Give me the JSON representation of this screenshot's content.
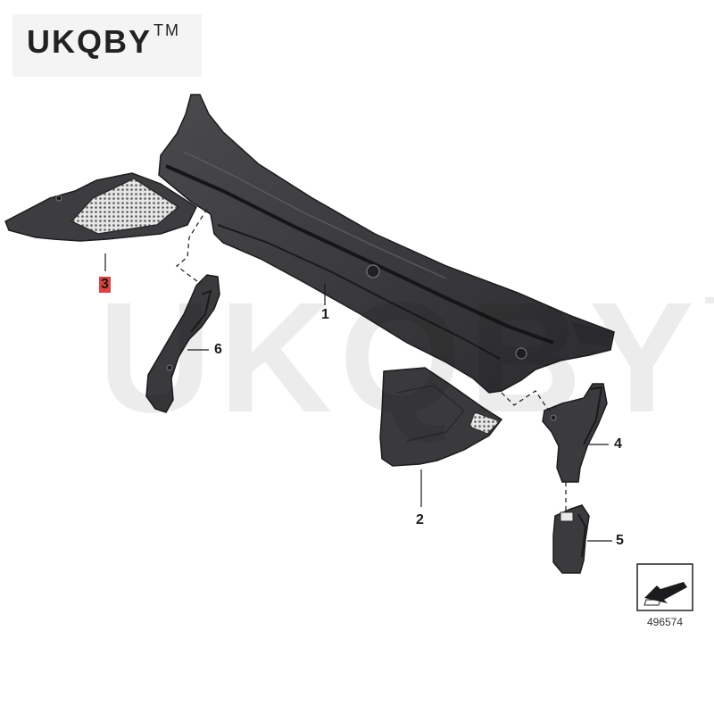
{
  "brand": {
    "name": "UKQBY",
    "trademark": "TM"
  },
  "watermark": {
    "text": "UKQBY",
    "trademark": "TM"
  },
  "callouts": [
    {
      "id": "1",
      "label": "1"
    },
    {
      "id": "2",
      "label": "2"
    },
    {
      "id": "3",
      "label": "3",
      "highlighted": true
    },
    {
      "id": "4",
      "label": "4"
    },
    {
      "id": "5",
      "label": "5"
    },
    {
      "id": "6",
      "label": "6"
    }
  ],
  "reference_number": "496574",
  "colors": {
    "part_fill": "#3a3a3c",
    "part_dark": "#232325",
    "highlight": "#e0413c"
  }
}
